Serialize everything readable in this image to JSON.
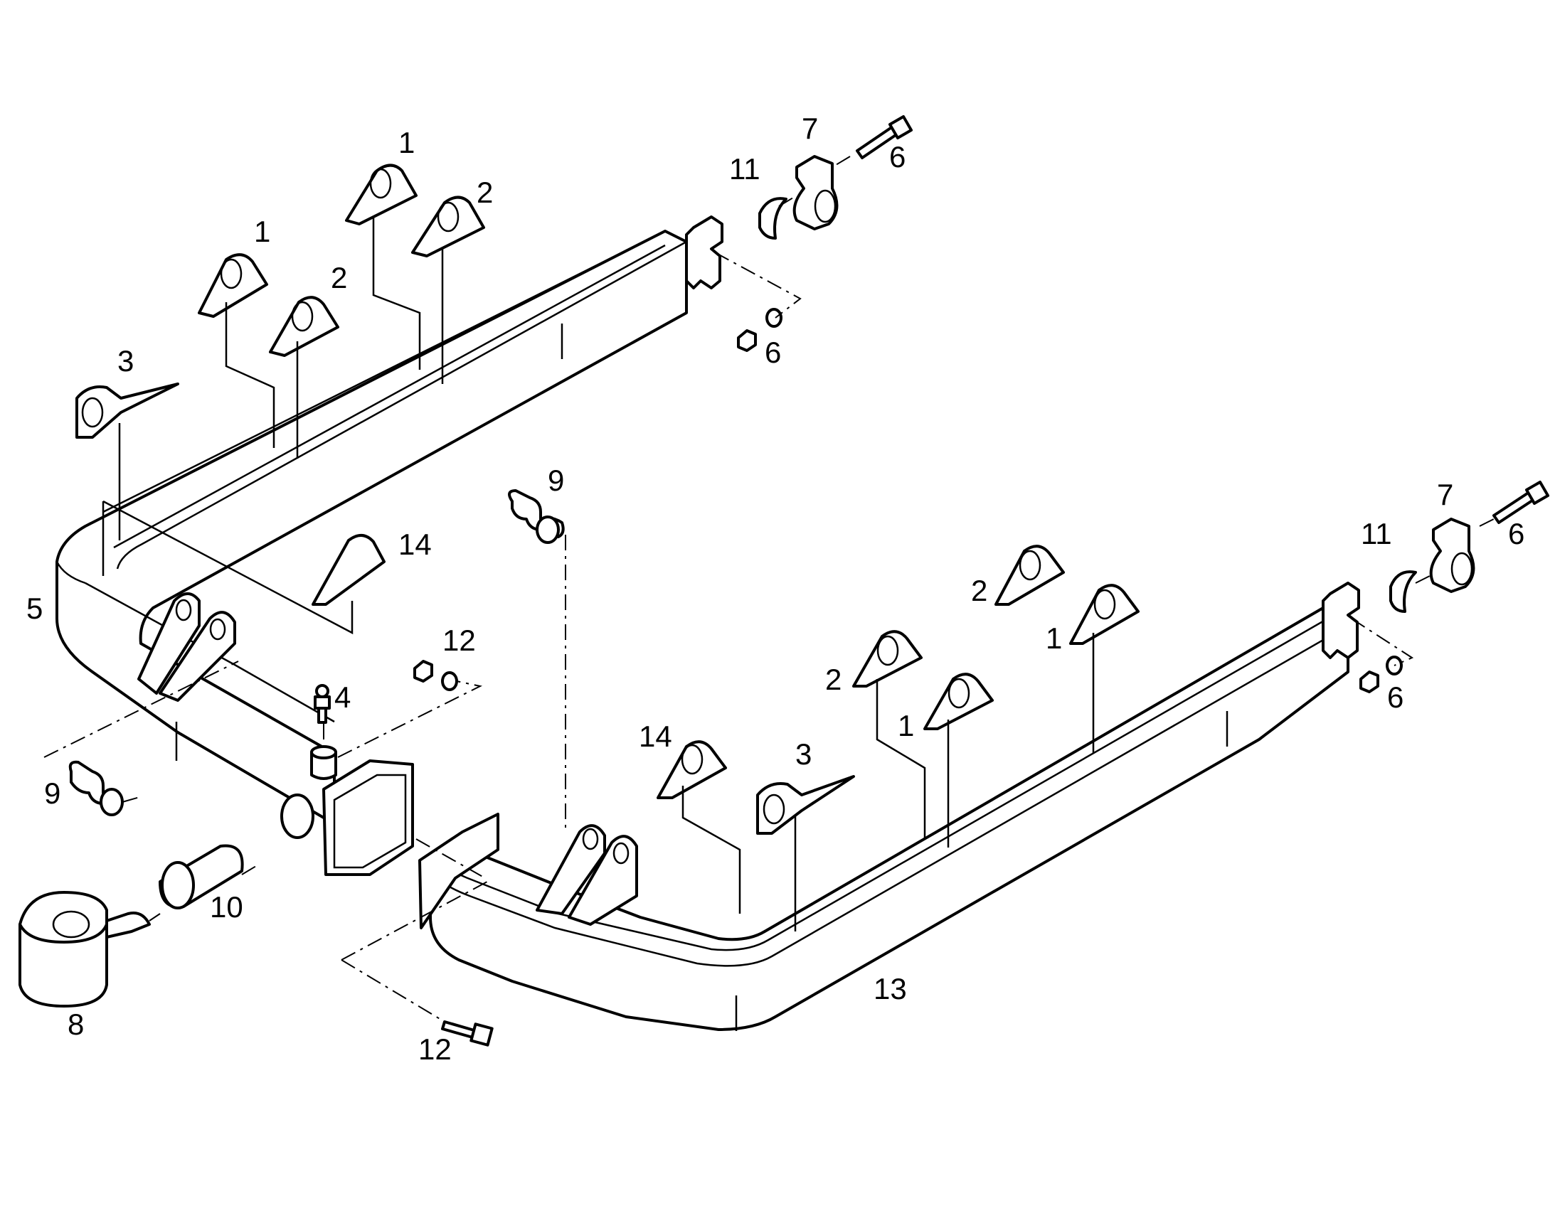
{
  "diagram": {
    "callouts": {
      "c1a": "1",
      "c1b": "1",
      "c1c": "1",
      "c1d": "1",
      "c2a": "2",
      "c2b": "2",
      "c2c": "2",
      "c2d": "2",
      "c3a": "3",
      "c3b": "3",
      "c4": "4",
      "c5": "5",
      "c6a": "6",
      "c6b": "6",
      "c6c": "6",
      "c6d": "6",
      "c7a": "7",
      "c7b": "7",
      "c8": "8",
      "c9a": "9",
      "c9b": "9",
      "c10": "10",
      "c11a": "11",
      "c11b": "11",
      "c12a": "12",
      "c12b": "12",
      "c13": "13",
      "c14a": "14",
      "c14b": "14"
    }
  }
}
